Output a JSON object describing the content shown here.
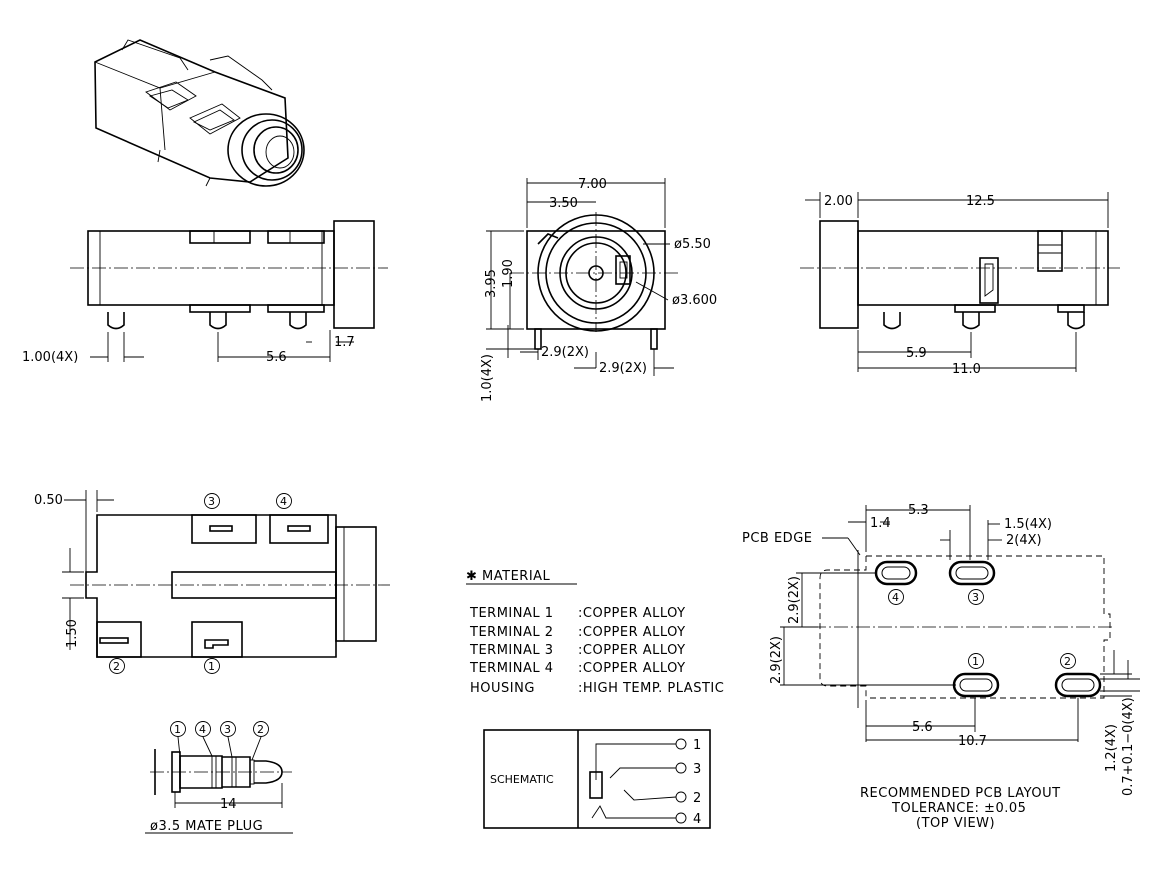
{
  "dimensions": {
    "side_pin_width": "1.00(4X)",
    "side_gap": "1.7",
    "side_spacing": "5.6",
    "front_width": "7.00",
    "front_half_width": "3.50",
    "front_height": "3.95",
    "front_center_height": "1.90",
    "front_pin_length": "1.0(4X)",
    "front_pin_left": "2.9(2X)",
    "front_pin_right": "2.9(2X)",
    "outer_diameter": "ø5.50",
    "inner_diameter": "ø3.600",
    "right_flange": "2.00",
    "right_length": "12.5",
    "right_pin_a": "5.9",
    "right_pin_b": "11.0",
    "top_offset": "0.50",
    "top_height": "1.50",
    "plug_length": "14",
    "pcb_spacing_top": "5.3",
    "pcb_pad_offset": "1.4",
    "pcb_pad_len": "1.5(4X)",
    "pcb_pad_wid": "2(4X)",
    "pcb_row_a": "2.9(2X)",
    "pcb_row_b": "2.9(2X)",
    "pcb_spacing_bottom": "5.6",
    "pcb_total": "10.7",
    "pcb_slot_w": "1.2(4X)",
    "pcb_tol": "0.7+0.1−0(4X)"
  },
  "pin_numbers": {
    "top_3": "3",
    "top_4": "4",
    "bottom_2": "2",
    "bottom_1": "1",
    "plug_1": "1",
    "plug_4": "4",
    "plug_3": "3",
    "plug_2": "2",
    "pcb_4": "4",
    "pcb_3": "3",
    "pcb_1": "1",
    "pcb_2": "2"
  },
  "plug_caption": "ø3.5 MATE PLUG",
  "material": {
    "title": "✱ MATERIAL",
    "rows": [
      {
        "name": "TERMINAL 1",
        "value": ":COPPER ALLOY"
      },
      {
        "name": "TERMINAL 2",
        "value": ":COPPER ALLOY"
      },
      {
        "name": "TERMINAL 3",
        "value": ":COPPER ALLOY"
      },
      {
        "name": "TERMINAL 4",
        "value": ":COPPER ALLOY"
      },
      {
        "name": "HOUSING",
        "value": ":HIGH TEMP. PLASTIC"
      }
    ]
  },
  "schematic": {
    "label": "SCHEMATIC",
    "pins": [
      "1",
      "3",
      "2",
      "4"
    ]
  },
  "pcb": {
    "edge_label": "PCB EDGE",
    "caption_1": "RECOMMENDED PCB LAYOUT",
    "caption_2": "TOLERANCE: ±0.05",
    "caption_3": "(TOP VIEW)"
  }
}
